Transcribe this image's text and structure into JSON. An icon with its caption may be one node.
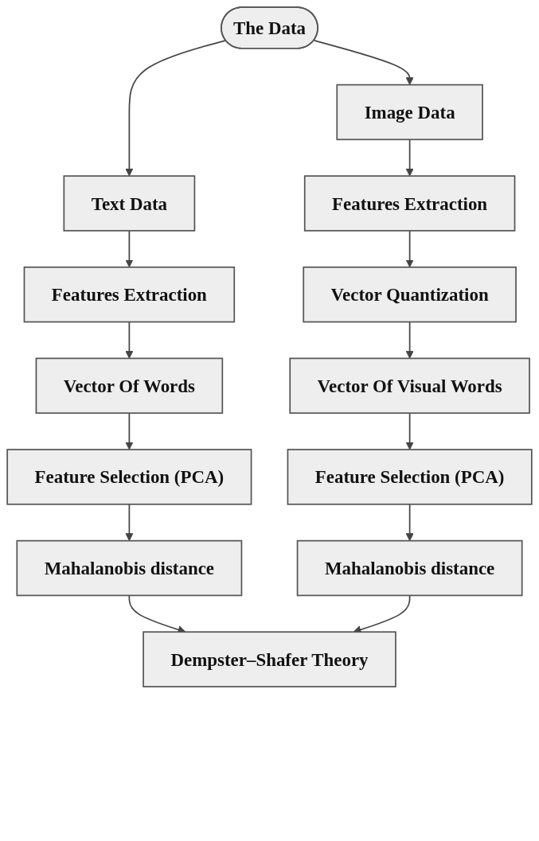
{
  "diagram": {
    "nodes": [
      {
        "text": [
          "The Data"
        ]
      },
      {
        "text": [
          "Text Data"
        ]
      },
      {
        "text": [
          "Image Data"
        ]
      },
      {
        "text": [
          "Features Extraction"
        ]
      },
      {
        "text": [
          "Features Extraction"
        ]
      },
      {
        "text": [
          "Vector Quantization"
        ]
      },
      {
        "text": [
          "Vector Of Words"
        ]
      },
      {
        "text": [
          "Vector Of Visual Words"
        ]
      },
      {
        "text": [
          "Feature Selection (PCA)"
        ]
      },
      {
        "text": [
          "Feature Selection (PCA)"
        ]
      },
      {
        "text": [
          "Mahalanobis distance"
        ]
      },
      {
        "text": [
          "Mahalanobis distance"
        ]
      },
      {
        "text": [
          "Dempster–Shafer Theory"
        ]
      }
    ],
    "edges": [
      {
        "from": 0,
        "to": 1,
        "arrow": "to"
      },
      {
        "from": 0,
        "to": 2,
        "arrow": "to"
      },
      {
        "from": 1,
        "to": 3,
        "arrow": "to"
      },
      {
        "from": 2,
        "to": 4,
        "arrow": "to"
      },
      {
        "from": 4,
        "to": 5,
        "arrow": "to"
      },
      {
        "from": 3,
        "to": 6,
        "arrow": "to"
      },
      {
        "from": 5,
        "to": 7,
        "arrow": "to"
      },
      {
        "from": 6,
        "to": 8,
        "arrow": "to"
      },
      {
        "from": 7,
        "to": 9,
        "arrow": "to"
      },
      {
        "from": 8,
        "to": 10,
        "arrow": "to"
      },
      {
        "from": 9,
        "to": 11,
        "arrow": "to"
      },
      {
        "from": 10,
        "to": 12,
        "arrow": "to"
      },
      {
        "from": 11,
        "to": 12,
        "arrow": "to"
      }
    ]
  }
}
